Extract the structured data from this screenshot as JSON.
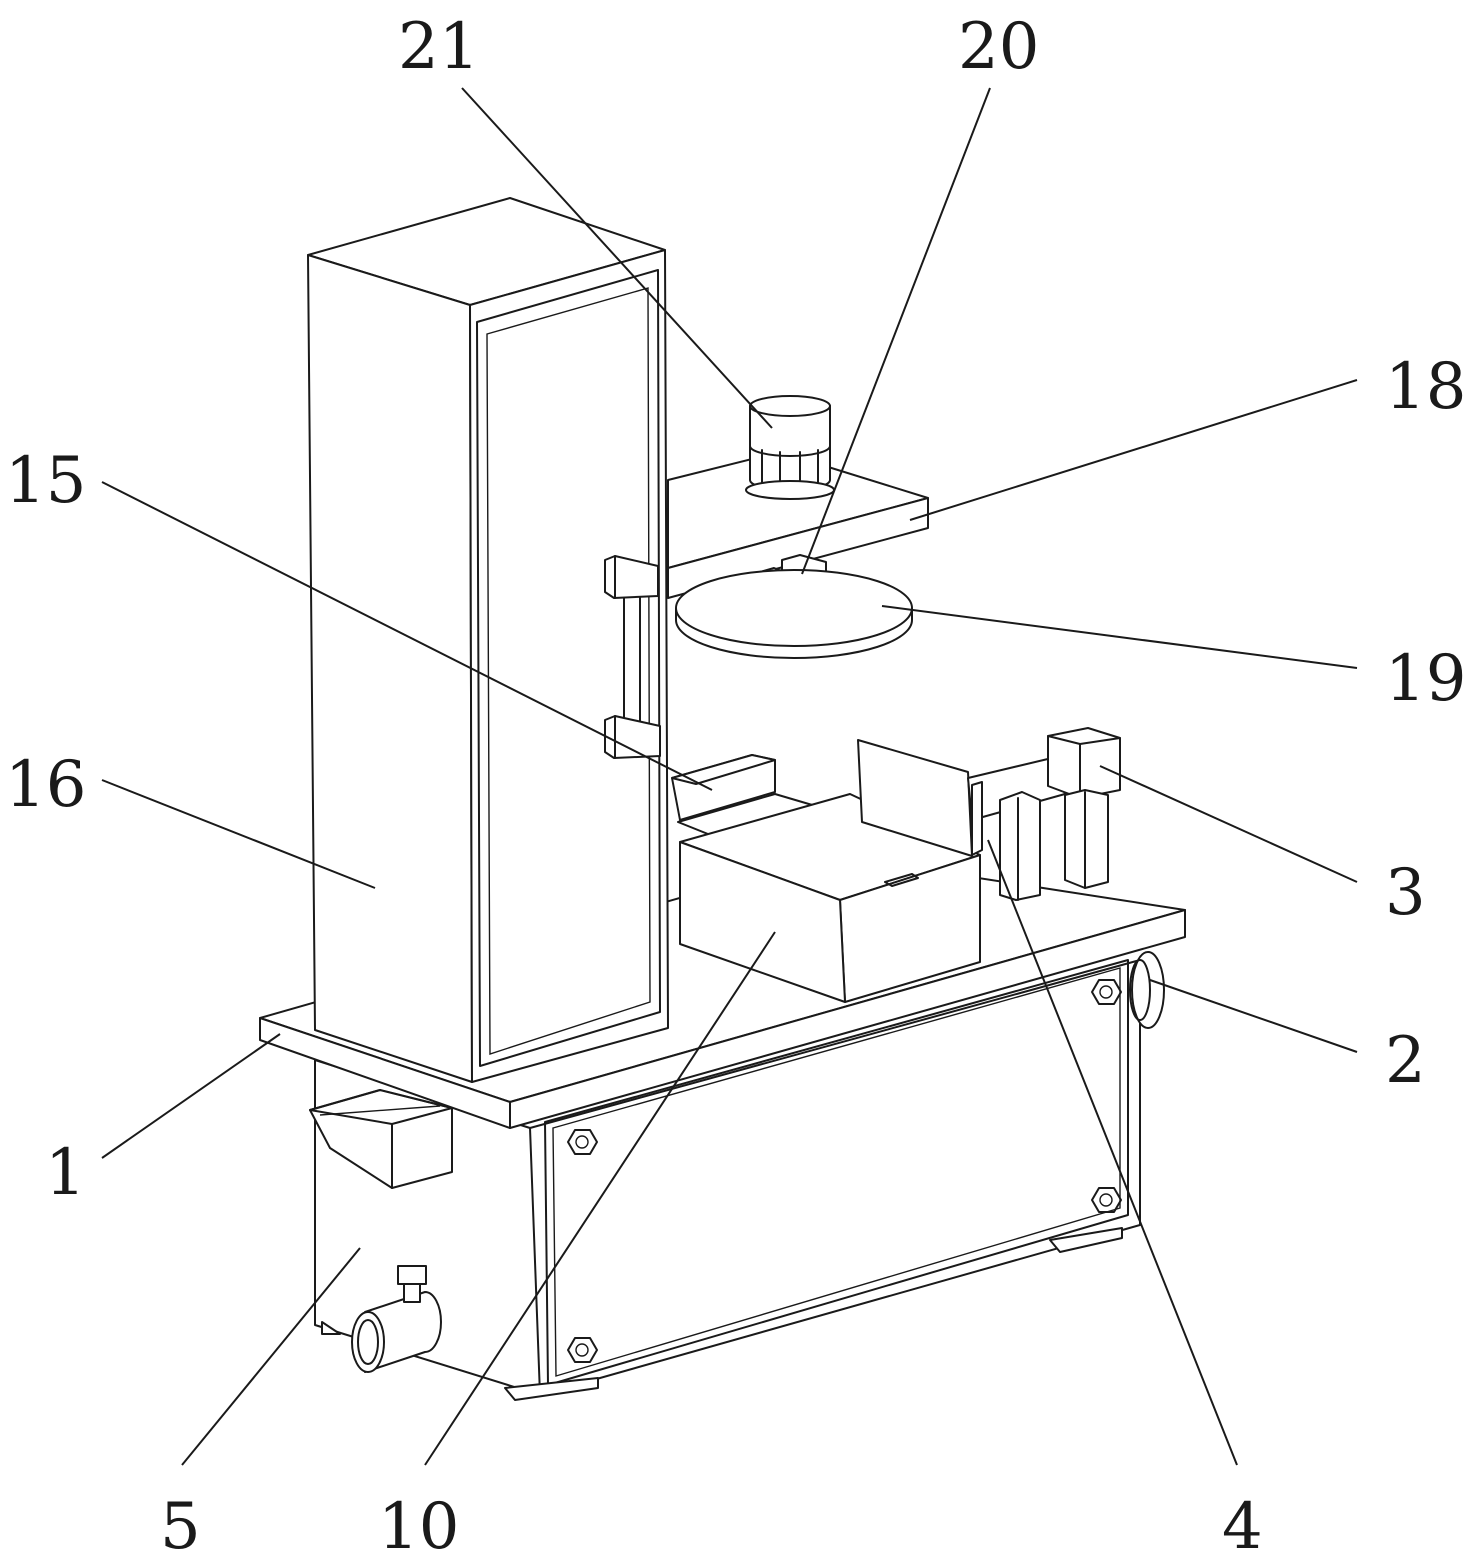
{
  "callouts": [
    {
      "id": "1",
      "label": "1"
    },
    {
      "id": "2",
      "label": "2"
    },
    {
      "id": "3",
      "label": "3"
    },
    {
      "id": "4",
      "label": "4"
    },
    {
      "id": "5",
      "label": "5"
    },
    {
      "id": "10",
      "label": "10"
    },
    {
      "id": "15",
      "label": "15"
    },
    {
      "id": "16",
      "label": "16"
    },
    {
      "id": "18",
      "label": "18"
    },
    {
      "id": "19",
      "label": "19"
    },
    {
      "id": "20",
      "label": "20"
    },
    {
      "id": "21",
      "label": "21"
    }
  ],
  "colors": {
    "line": "#1a1a1a",
    "background": "#ffffff"
  }
}
